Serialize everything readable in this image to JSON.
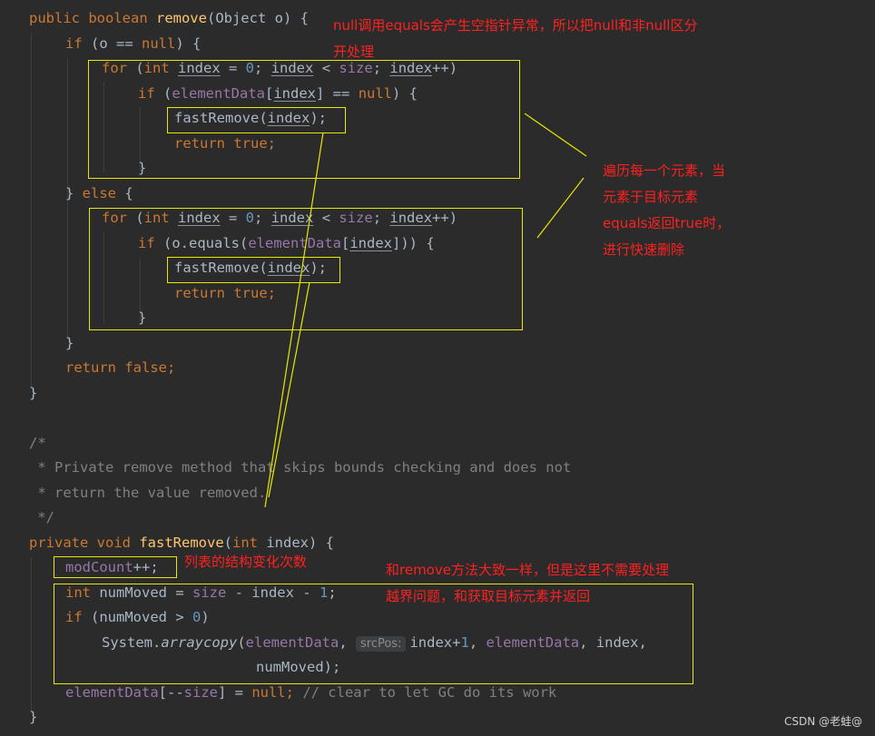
{
  "code": {
    "l1": {
      "kw": "public boolean ",
      "fn": "remove",
      "rest": "(Object o) {"
    },
    "l2": {
      "kw1": "if ",
      "a": "(o == ",
      "kw2": "null",
      "b": ") {"
    },
    "l3": {
      "kw1": "for ",
      "a": "(",
      "kw2": "int ",
      "v1": "index",
      "b": " = ",
      "n": "0",
      "c": "; ",
      "v2": "index",
      "d": " < ",
      "f": "size",
      "e": "; ",
      "v3": "index",
      "g": "++)"
    },
    "l4": {
      "kw1": "if ",
      "a": "(",
      "f": "elementData",
      "b": "[",
      "v": "index",
      "c": "] == ",
      "kw2": "null",
      "d": ") {"
    },
    "l5": {
      "a": "fastRemove(",
      "v": "index",
      "b": ");"
    },
    "l6": {
      "kw": "return true",
      "b": ";"
    },
    "l7": {
      "a": "}"
    },
    "l8": {
      "a": "} ",
      "kw": "else ",
      "b": "{"
    },
    "l9": {
      "kw1": "for ",
      "a": "(",
      "kw2": "int ",
      "v1": "index",
      "b": " = ",
      "n": "0",
      "c": "; ",
      "v2": "index",
      "d": " < ",
      "f": "size",
      "e": "; ",
      "v3": "index",
      "g": "++)"
    },
    "l10": {
      "kw": "if ",
      "a": "(o.equals(",
      "f": "elementData",
      "b": "[",
      "v": "index",
      "c": "])) {"
    },
    "l11": {
      "a": "fastRemove(",
      "v": "index",
      "b": ");"
    },
    "l12": {
      "kw": "return true",
      "b": ";"
    },
    "l13": {
      "a": "}"
    },
    "l14": {
      "a": "}"
    },
    "l15": {
      "kw": "return false",
      "b": ";"
    },
    "l16": {
      "a": "}"
    },
    "l18": {
      "a": "/*"
    },
    "l19": {
      "a": " * Private remove method that skips bounds checking and does not"
    },
    "l20": {
      "a": " * return the value removed."
    },
    "l21": {
      "a": " */"
    },
    "l22": {
      "kw": "private void ",
      "fn": "fastRemove",
      "a": "(",
      "kw2": "int ",
      "b": "index) {"
    },
    "l23": {
      "f": "modCount",
      "a": "++;"
    },
    "l24": {
      "kw": "int ",
      "a": "numMoved = ",
      "f": "size",
      "b": " - index - ",
      "n": "1",
      "c": ";"
    },
    "l25": {
      "kw": "if ",
      "a": "(numMoved > ",
      "n": "0",
      "b": ")"
    },
    "l26": {
      "a": "System.",
      "it": "arraycopy",
      "b": "(",
      "f1": "elementData",
      "c": ", ",
      "hint": "srcPos:",
      "d": "index+",
      "n": "1",
      "e": ", ",
      "f2": "elementData",
      "g": ", index,"
    },
    "l27": {
      "a": "numMoved);"
    },
    "l28": {
      "f": "elementData",
      "a": "[--",
      "f2": "size",
      "b": "] = ",
      "kw": "null",
      "c": "; ",
      "cmt": "// clear to let GC do its work"
    },
    "l29": {
      "a": "}"
    }
  },
  "annotations": {
    "null_note_1": "null调用equals会产生空指针异常，所以把null和非null区分",
    "null_note_2": "开处理",
    "loop_note_1": "遍历每一个元素，当",
    "loop_note_2": "元素于目标元素",
    "loop_note_3": "equals返回true时，",
    "loop_note_4": "进行快速删除",
    "modcount_note": "列表的结构变化次数",
    "fast_note_1": "和remove方法大致一样，但是这里不需要处理",
    "fast_note_2": "越界问题，和获取目标元素并返回"
  },
  "colors": {
    "background": "#2b2b2b",
    "keyword": "#cc7832",
    "function": "#ffc66d",
    "field": "#9876aa",
    "number": "#6897bb",
    "comment": "#808080",
    "text": "#a9b7c6",
    "annotation_box": "#e8e800",
    "annotation_text": "#ff2020"
  },
  "watermark": "CSDN @老蛙@"
}
